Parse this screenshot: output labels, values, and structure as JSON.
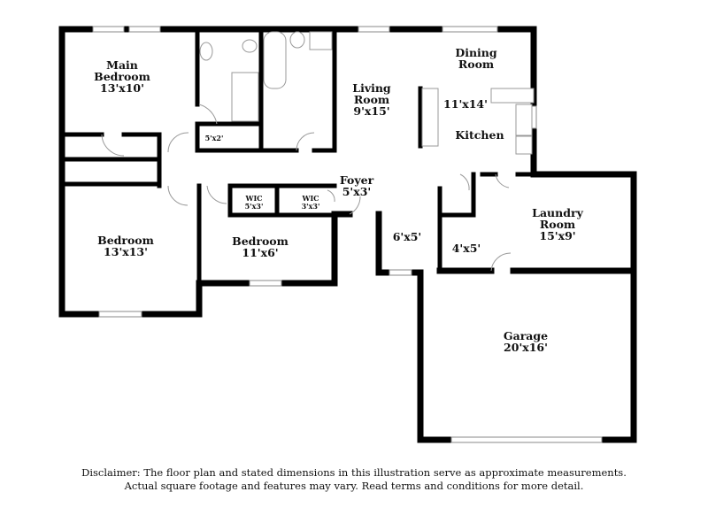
{
  "rooms": {
    "main_bedroom": {
      "name1": "Main",
      "name2": "Bedroom",
      "dims": "13'x10'"
    },
    "bath_closet": {
      "dims": "5'x2'"
    },
    "living_room": {
      "name1": "Living",
      "name2": "Room",
      "dims": "9'x15'"
    },
    "dining_room": {
      "name1": "Dining",
      "name2": "Room"
    },
    "kitchen": {
      "name": "Kitchen",
      "dims": "11'x14'"
    },
    "foyer": {
      "name": "Foyer",
      "dims": "5'x3'"
    },
    "wic1": {
      "name": "WIC",
      "dims": "5'x3'"
    },
    "wic2": {
      "name": "WIC",
      "dims": "3'x3'"
    },
    "bedroom1": {
      "name": "Bedroom",
      "dims": "13'x13'"
    },
    "bedroom2": {
      "name": "Bedroom",
      "dims": "11'x6'"
    },
    "hall": {
      "dims": "6'x5'"
    },
    "closet": {
      "dims": "4'x5'"
    },
    "laundry": {
      "name1": "Laundry",
      "name2": "Room",
      "dims": "15'x9'"
    },
    "garage": {
      "name": "Garage",
      "dims": "20'x16'"
    }
  },
  "disclaimer": {
    "line1": "Disclaimer: The floor plan and stated dimensions in this illustration serve as approximate measurements.",
    "line2": "Actual square footage and features may vary. Read terms and conditions for more detail."
  }
}
